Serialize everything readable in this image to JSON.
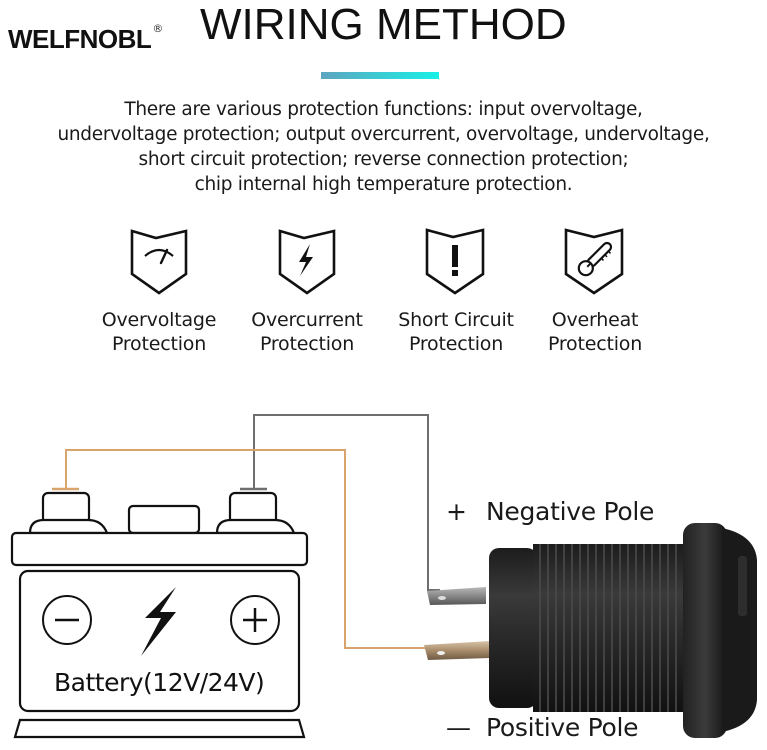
{
  "header": {
    "brand_logo": "WELFNOBL",
    "brand_registered": "®",
    "title": "WIRING METHOD",
    "accent_colors": [
      "#5ea5bf",
      "#18f0e6"
    ]
  },
  "intro": {
    "lines": [
      "There are various protection functions: input overvoltage,",
      "undervoltage protection; output overcurrent, overvoltage, undervoltage,",
      "short circuit protection; reverse connection protection;",
      "chip internal high temperature protection."
    ]
  },
  "features": [
    {
      "icon": "gauge-icon",
      "line1": "Overvoltage",
      "line2": "Protection"
    },
    {
      "icon": "lightning-icon",
      "line1": "Overcurrent",
      "line2": "Protection"
    },
    {
      "icon": "exclamation-icon",
      "line1": "Short Circuit",
      "line2": "Protection"
    },
    {
      "icon": "thermometer-icon",
      "line1": "Overheat",
      "line2": "Protection"
    }
  ],
  "diagram": {
    "negative_pole": {
      "sign": "+",
      "label": "Negative Pole"
    },
    "positive_pole": {
      "sign": "—",
      "label": "Positive Pole"
    },
    "battery_label": "Battery(12V/24V)",
    "battery_minus": "−",
    "battery_plus": "+",
    "wire_colors": {
      "gray": "#6e6e6e",
      "orange": "#d9a46c"
    }
  }
}
